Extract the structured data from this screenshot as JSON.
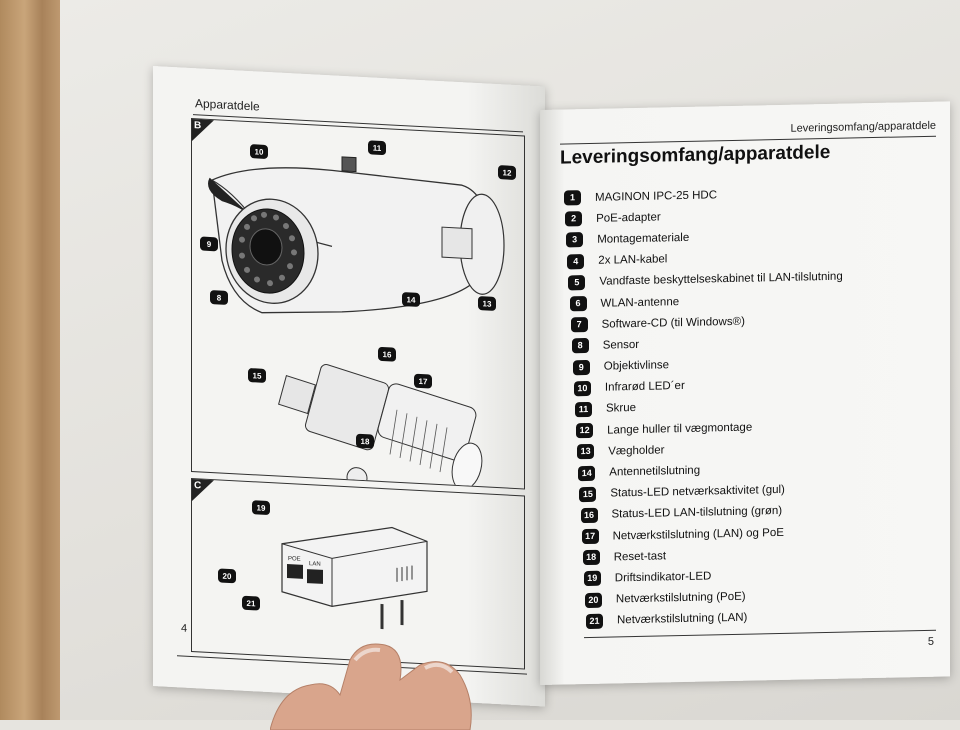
{
  "left_page": {
    "header": "Apparatdele",
    "fig_b_label": "B",
    "fig_c_label": "C",
    "page_number": "4",
    "fig_b_callouts": [
      "10",
      "11",
      "12",
      "9",
      "8",
      "14",
      "13",
      "16",
      "15",
      "17",
      "18"
    ],
    "fig_c_callouts": [
      "19",
      "20",
      "21"
    ],
    "port_labels": [
      "POE",
      "LAN"
    ]
  },
  "right_page": {
    "header": "Leveringsomfang/apparatdele",
    "title": "Leveringsomfang/apparatdele",
    "page_number": "5",
    "items": [
      {
        "num": "1",
        "text": "MAGINON IPC-25 HDC"
      },
      {
        "num": "2",
        "text": "PoE-adapter"
      },
      {
        "num": "3",
        "text": "Montagemateriale"
      },
      {
        "num": "4",
        "text": "2x LAN-kabel"
      },
      {
        "num": "5",
        "text": "Vandfaste beskyttelseskabinet til LAN-tilslutning"
      },
      {
        "num": "6",
        "text": "WLAN-antenne"
      },
      {
        "num": "7",
        "text": "Software-CD (til Windows®)"
      },
      {
        "num": "8",
        "text": "Sensor"
      },
      {
        "num": "9",
        "text": "Objektivlinse"
      },
      {
        "num": "10",
        "text": "Infrarød LED´er"
      },
      {
        "num": "11",
        "text": "Skrue"
      },
      {
        "num": "12",
        "text": "Lange huller til vægmontage"
      },
      {
        "num": "13",
        "text": "Vægholder"
      },
      {
        "num": "14",
        "text": "Antennetilslutning"
      },
      {
        "num": "15",
        "text": "Status-LED netværksaktivitet (gul)"
      },
      {
        "num": "16",
        "text": "Status-LED LAN-tilslutning (grøn)"
      },
      {
        "num": "17",
        "text": "Netværkstilslutning (LAN) og PoE"
      },
      {
        "num": "18",
        "text": "Reset-tast"
      },
      {
        "num": "19",
        "text": "Driftsindikator-LED"
      },
      {
        "num": "20",
        "text": "Netværkstilslutning (PoE)"
      },
      {
        "num": "21",
        "text": "Netværkstilslutning (LAN)"
      }
    ]
  }
}
